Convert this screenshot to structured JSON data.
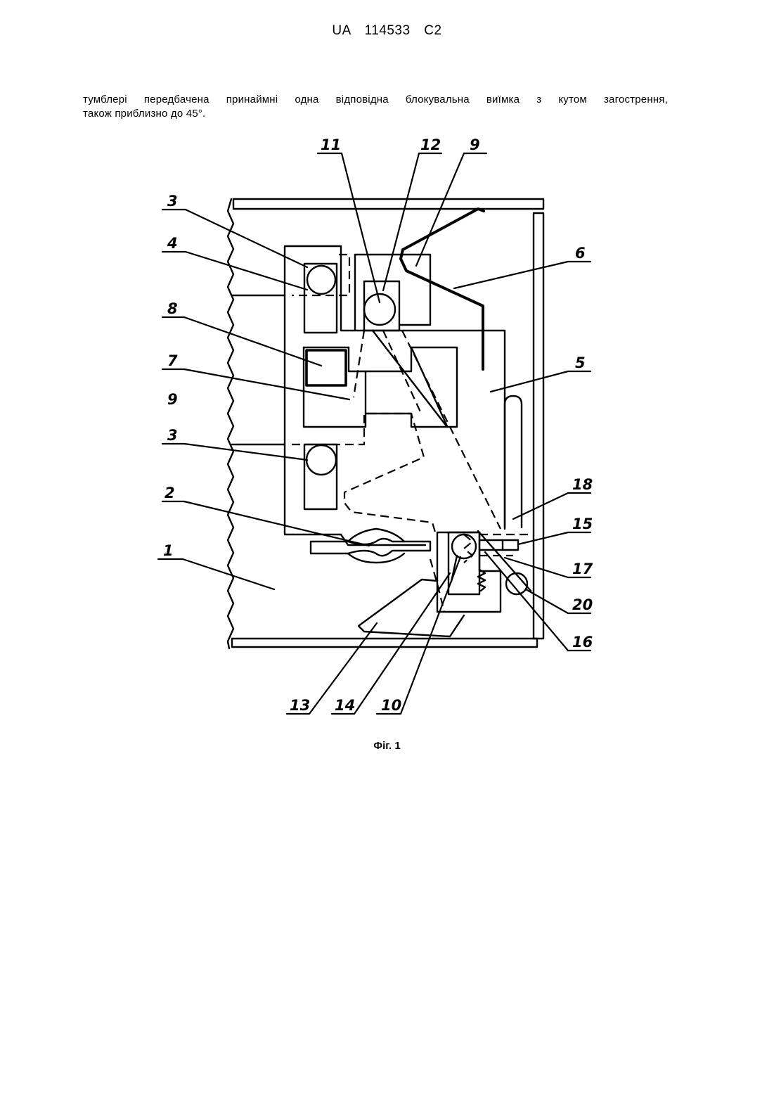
{
  "header": {
    "patent_number": "UA 114533 C2"
  },
  "text": {
    "line1": "тумблері передбачена принаймні одна відповідна блокувальна виїмка з кутом загострення,",
    "line2": "також приблизно до 45°."
  },
  "figure": {
    "caption": "Фіг. 1",
    "labels": {
      "l11": "11",
      "l12": "12",
      "l9_top": "9",
      "l3_top": "3",
      "l4": "4",
      "l6": "6",
      "l8": "8",
      "l7": "7",
      "l5": "5",
      "l9_left": "9",
      "l3_bottom": "3",
      "l18": "18",
      "l2": "2",
      "l15": "15",
      "l1": "1",
      "l17": "17",
      "l20": "20",
      "l16": "16",
      "l13": "13",
      "l14": "14",
      "l10": "10"
    }
  }
}
